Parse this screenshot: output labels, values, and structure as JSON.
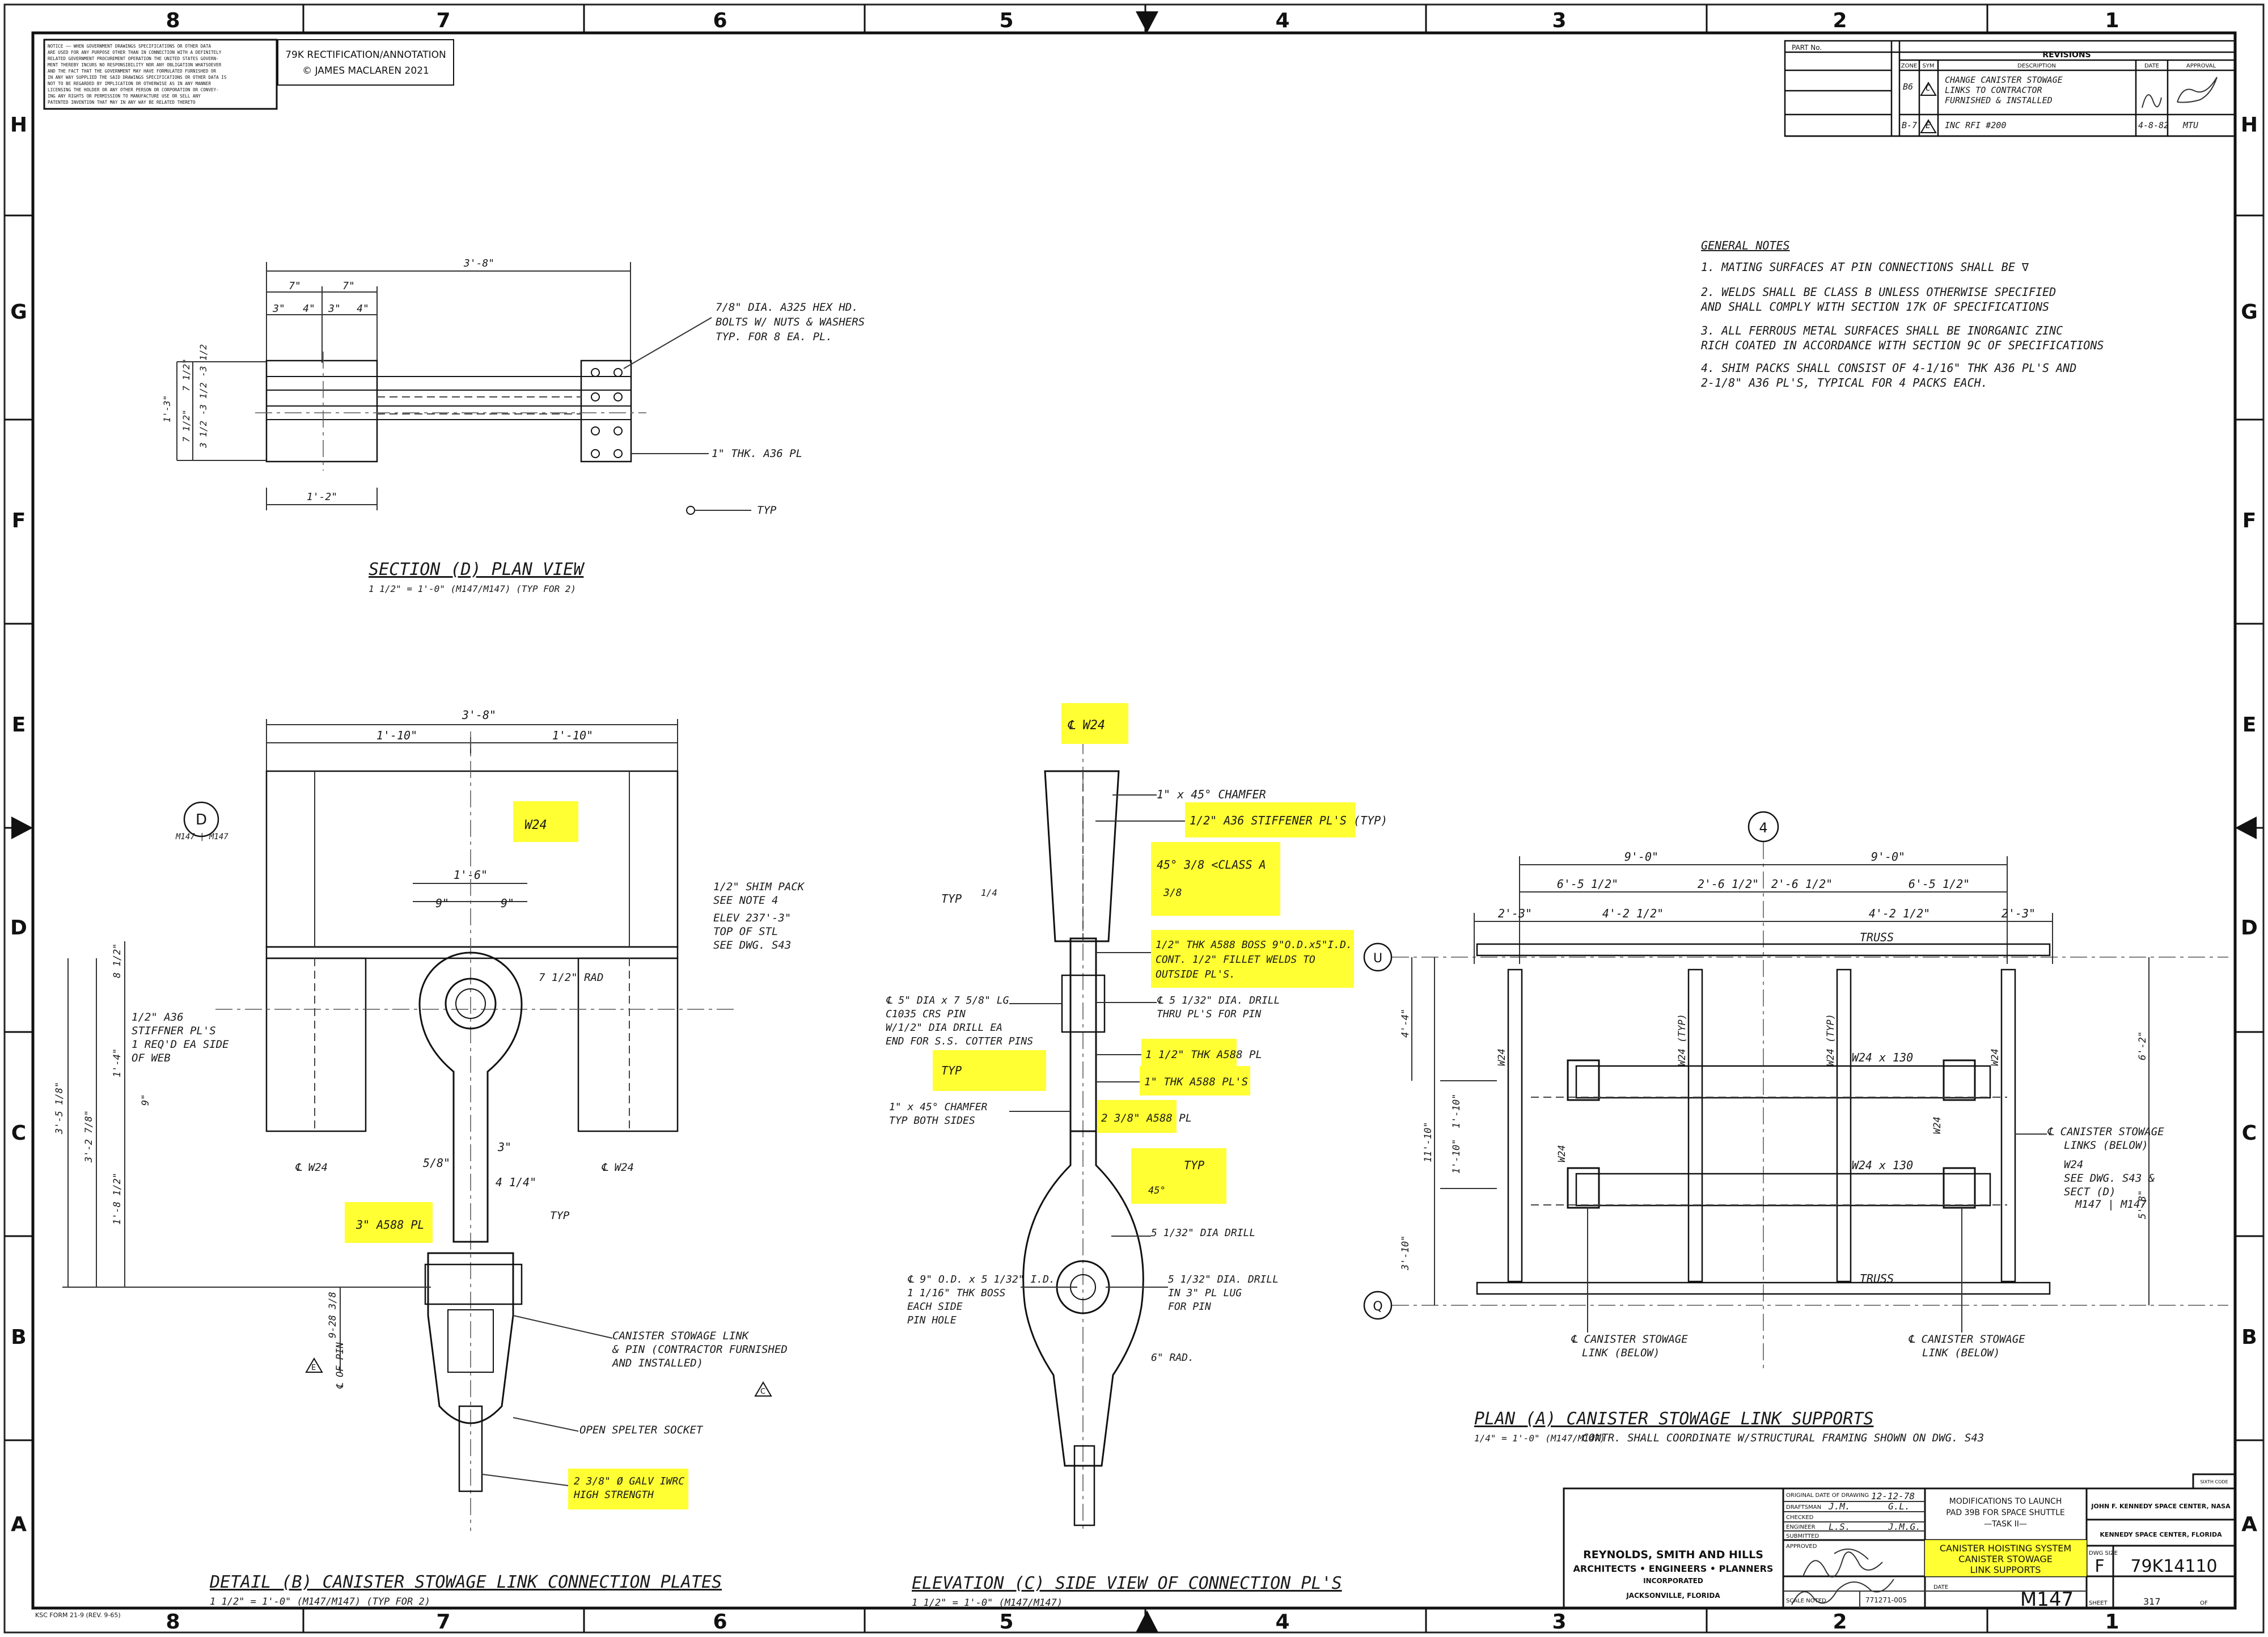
{
  "grid": {
    "columns": [
      "8",
      "7",
      "6",
      "5",
      "4",
      "3",
      "2",
      "1"
    ],
    "rows": [
      "H",
      "G",
      "F",
      "E",
      "D",
      "C",
      "B",
      "A"
    ]
  },
  "header": {
    "notice": [
      "NOTICE —— WHEN GOVERNMENT DRAWINGS SPECIFICATIONS OR OTHER DATA",
      "ARE USED FOR ANY PURPOSE OTHER THAN IN CONNECTION WITH A DEFINITELY",
      "RELATED GOVERNMENT PROCUREMENT OPERATION THE UNITED STATES GOVERN-",
      "MENT THEREBY INCURS NO RESPONSIBILITY NOR ANY OBLIGATION WHATSOEVER",
      "AND THE FACT THAT THE GOVERNMENT MAY HAVE FORMULATED FURNISHED OR",
      "IN ANY WAY SUPPLIED THE SAID DRAWINGS SPECIFICATIONS OR OTHER DATA IS",
      "NOT TO BE REGARDED BY IMPLICATION OR OTHERWISE AS IN ANY MANNER",
      "LICENSING THE HOLDER OR ANY OTHER PERSON OR CORPORATION OR CONVEY-",
      "ING ANY RIGHTS OR PERMISSION TO MANUFACTURE USE OR SELL ANY",
      "PATENTED INVENTION THAT MAY IN ANY WAY BE RELATED THERETO"
    ],
    "rectification_line1": "79K RECTIFICATION/ANNOTATION",
    "rectification_line2": "© JAMES MACLAREN 2021"
  },
  "revisions": {
    "part_no_label": "PART No.",
    "title": "REVISIONS",
    "col_zone": "ZONE",
    "col_sym": "SYM",
    "col_desc": "DESCRIPTION",
    "col_date": "DATE",
    "col_approval": "APPROVAL",
    "rows": [
      {
        "zone": "B6",
        "sym": "C",
        "desc1": "CHANGE CANISTER STOWAGE",
        "desc2": "LINKS TO CONTRACTOR",
        "desc3": "FURNISHED & INSTALLED",
        "date": "",
        "approval": ""
      },
      {
        "zone": "B-7",
        "sym": "E",
        "desc1": "INC RFI #200",
        "desc2": "",
        "desc3": "",
        "date": "4-8-82",
        "approval": "MTU"
      }
    ]
  },
  "general_notes": {
    "heading": "GENERAL NOTES",
    "items": [
      "1.  MATING SURFACES AT PIN CONNECTIONS SHALL BE ∇",
      "2.  WELDS SHALL BE CLASS B UNLESS OTHERWISE SPECIFIED",
      "     AND SHALL COMPLY WITH SECTION 17K OF SPECIFICATIONS",
      "3.  ALL FERROUS METAL SURFACES SHALL BE INORGANIC ZINC",
      "     RICH COATED IN ACCORDANCE WITH SECTION 9C OF SPECIFICATIONS",
      "4.  SHIM PACKS SHALL CONSIST OF 4-1/16\" THK A36 PL'S AND",
      "     2-1/8\" A36 PL'S,  TYPICAL FOR 4 PACKS EACH."
    ]
  },
  "section_d": {
    "dim_overall": "3'-8\"",
    "dim_7a": "7\"",
    "dim_7b": "7\"",
    "dim_3a": "3\"",
    "dim_4a": "4\"",
    "dim_3b": "3\"",
    "dim_4b": "4\"",
    "dim_left_overall": "1'-3\"",
    "dim_left_a": "7 1/2\"",
    "dim_left_b": "7 1/2\"",
    "dim_left_c": "3 1/2 -3 1/2 -3 1/2",
    "dim_bottom": "1'-2\"",
    "bolt_note1": "7/8\" DIA. A325 HEX HD.",
    "bolt_note2": "BOLTS W/ NUTS & WASHERS",
    "bolt_note3": "TYP. FOR 8 EA. PL.",
    "plate_note": "1\" THK. A36 PL",
    "typ_note": "TYP",
    "title": "SECTION (D) PLAN VIEW",
    "subtitle": "1 1/2\" = 1'-0\"  (M147/M147)  (TYP FOR 2)"
  },
  "detail_b": {
    "dim_overall": "3'-8\"",
    "dim_a": "1'-10\"",
    "dim_b": "1'-10\"",
    "w24_label": "W24",
    "section_tag": "D",
    "section_tag_ref": "M147 | M147",
    "dim_16": "1'-6\"",
    "dim_9a": "9\"",
    "dim_9b": "9\"",
    "shim_note1": "1/2\" SHIM PACK",
    "shim_note2": "SEE NOTE 4",
    "elev_note1": "ELEV 237'-3\"",
    "elev_note2": "TOP OF STL",
    "elev_note3": "SEE DWG. S43",
    "rad_note": "7 1/2\" RAD",
    "stiff_note1": "1/2\" A36",
    "stiff_note2": "STIFFNER PL'S",
    "stiff_note3": "1 REQ'D EA SIDE",
    "stiff_note4": "OF WEB",
    "dim_8_5": "8 1/2\"",
    "dim_1_4": "1'-4\"",
    "dim_9": "9\"",
    "dim_3_5": "3'-5 1/8\"",
    "dim_3_2": "3'-2 7/8\"",
    "dim_1_8": "1'-8 1/2\"",
    "cl_w24_left": "℄ W24",
    "cl_w24_right": "℄ W24",
    "dim_3": "3\"",
    "dim_5_8": "5/8\"",
    "dim_4_25": "4 1/4\"",
    "typ_note": "TYP",
    "plate_label": "3\" A588 PL",
    "dim_9_28": "9-28 3/8",
    "link_note1": "CANISTER STOWAGE LINK",
    "link_note2": "& PIN (CONTRACTOR FURNISHED",
    "link_note3": "AND INSTALLED)",
    "pin_label": "℄ OF PIN",
    "socket_note": "OPEN SPELTER SOCKET",
    "strand_note1": "2 3/8\" Ø GALV IWRC",
    "strand_note2": "HIGH STRENGTH",
    "rev_e": "E",
    "rev_c": "C",
    "title": "DETAIL (B) CANISTER STOWAGE LINK CONNECTION PLATES",
    "subtitle": "1 1/2\" = 1'-0\"  (M147/M147)  (TYP FOR 2)"
  },
  "elevation_c": {
    "top_label": "℄ W24",
    "chamfer_top": "1\" x 45° CHAMFER",
    "stiffener": "1/2\" A36 STIFFENER PL'S (TYP)",
    "weld_symbol": "45° 3/8 <CLASS A",
    "weld_sub": "3/8",
    "typ_left": "TYP",
    "weld_left": "1/4",
    "a588_note1": "1/2\" THK A588 BOSS 9\"O.D.x5\"I.D.",
    "a588_note2": "CONT. 1/2\" FILLET WELDS TO",
    "a588_note3": "OUTSIDE PL'S.",
    "pin_note1": "℄ 5\" DIA x 7 5/8\" LG",
    "pin_note2": "C1035 CRS PIN",
    "pin_note3": "W/1/2\" DIA DRILL EA",
    "pin_note4": "END FOR S.S. COTTER PINS",
    "drill_note1": "℄ 5 1/32\" DIA. DRILL",
    "drill_note2": "THRU PL'S FOR PIN",
    "plate_1_5": "1 1/2\" THK A588 PL",
    "plate_1": "1\" THK A588 PL'S",
    "typ_weld": "TYP",
    "plate_2_38": "2 3/8\" A588 PL",
    "chamfer_both1": "1\" x 45° CHAMFER",
    "chamfer_both2": "TYP BOTH SIDES",
    "weld_45": "45°",
    "typ_45": "TYP",
    "drill_small": "5 1/32\" DIA DRILL",
    "boss_note1": "℄ 9\" O.D. x 5 1/32\" I.D.",
    "boss_note2": "1 1/16\" THK BOSS",
    "boss_note3": "EACH SIDE",
    "boss_note4": "PIN HOLE",
    "lug_note1": "5 1/32\" DIA. DRILL",
    "lug_note2": "IN 3\" PL LUG",
    "lug_note3": "FOR PIN",
    "rad_note": "6\" RAD.",
    "title": "ELEVATION (C) SIDE VIEW OF CONNECTION PL'S",
    "subtitle": "1 1/2\" = 1'-0\"  (M147/M147)"
  },
  "plan_a": {
    "grid_4": "4",
    "grid_u": "U",
    "grid_q": "Q",
    "dim_9a": "9'-0\"",
    "dim_9b": "9'-0\"",
    "dim_65a": "6'-5 1/2\"",
    "dim_265a": "2'-6 1/2\"",
    "dim_265b": "2'-6 1/2\"",
    "dim_65b": "6'-5 1/2\"",
    "dim_23a": "2'-3\"",
    "dim_425a": "4'-2 1/2\"",
    "dim_425b": "4'-2 1/2\"",
    "dim_23b": "2'-3\"",
    "truss_top": "TRUSS",
    "truss_bottom": "TRUSS",
    "w24_typ_a": "W24 (TYP)",
    "w24_typ_b": "W24 (TYP)",
    "w24_130": "W24 x 130",
    "w24_130b": "W24 x 130",
    "w24_side_a": "W24",
    "w24_side_b": "W24",
    "w24_side_c": "W24",
    "w24_side_d": "W24",
    "dim_44": "4'-4\"",
    "dim_1110": "11'-10\"",
    "dim_110a": "1'-10\"",
    "dim_110b": "1'-10\"",
    "dim_310": "3'-10\"",
    "dim_62": "6'-2\"",
    "dim_58": "5'-8\"",
    "link_note1": "℄ CANISTER STOWAGE",
    "link_note2": "LINKS (BELOW)",
    "w24_note1": "W24",
    "w24_note2": "SEE DWG. S43 &",
    "w24_note3": "SECT (D)",
    "w24_note4": "M147 | M147",
    "below_left1": "℄ CANISTER STOWAGE",
    "below_left2": "LINK  (BELOW)",
    "below_right1": "℄ CANISTER STOWAGE",
    "below_right2": "LINK  (BELOW)",
    "title": "PLAN (A) CANISTER STOWAGE LINK SUPPORTS",
    "subtitle_scale": "1/4\" = 1'-0\"  (M147/M147)",
    "subtitle_note": "CONTR. SHALL COORDINATE W/STRUCTURAL FRAMING SHOWN ON DWG. S43"
  },
  "title_block": {
    "sixth_code": "SIXTH CODE",
    "orig_date_label": "ORIGINAL DATE OF DRAWING",
    "orig_date": "12-12-78",
    "drafted_label": "DRAFTSMAN",
    "drafted": "J.M.",
    "checked_label": "CHECKED",
    "checked": "G.L.",
    "engineer_label": "ENGINEER",
    "engineer": "L.S.",
    "checked2": "J.M.G.",
    "submitted_label": "SUBMITTED",
    "approved_label": "APPROVED",
    "project1": "MODIFICATIONS TO LAUNCH",
    "project2": "PAD 39B  FOR SPACE SHUTTLE",
    "project3": "—TASK II—",
    "kennedy1": "JOHN F. KENNEDY SPACE CENTER, NASA",
    "kennedy2": "KENNEDY SPACE CENTER, FLORIDA",
    "firm1": "REYNOLDS, SMITH AND HILLS",
    "firm2": "ARCHITECTS • ENGINEERS • PLANNERS",
    "firm3": "INCORPORATED",
    "firm4": "JACKSONVILLE, FLORIDA",
    "system1": "CANISTER HOISTING SYSTEM",
    "system2": "CANISTER STOWAGE",
    "system3": "LINK SUPPORTS",
    "size_label": "DWG SIZE",
    "size": "F",
    "dwg_no": "79K14110",
    "date_label": "DATE",
    "contract_no": "771271-005",
    "scale_label": "SCALE NOTED",
    "sheet_id": "M147",
    "sheet_label": "SHEET",
    "sheet_no": "317",
    "of_label": "OF"
  },
  "form_no": "KSC FORM 21-9 (REV. 9-65)"
}
